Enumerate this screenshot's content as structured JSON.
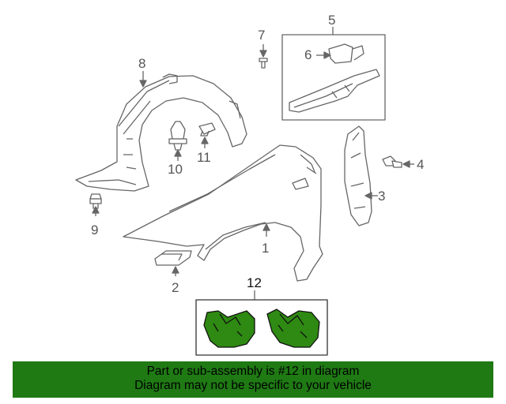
{
  "callouts": {
    "c1": "1",
    "c2": "2",
    "c3": "3",
    "c4": "4",
    "c5": "5",
    "c6": "6",
    "c7": "7",
    "c8": "8",
    "c9": "9",
    "c10": "10",
    "c11": "11",
    "c12": "12"
  },
  "footer": {
    "line1": "Part or sub-assembly is #12 in diagram",
    "line2": "Diagram may not be specific to your vehicle"
  },
  "colors": {
    "highlight_green": "#2e8a12",
    "footer_bg": "#1f7a14",
    "line_gray": "#777777"
  }
}
